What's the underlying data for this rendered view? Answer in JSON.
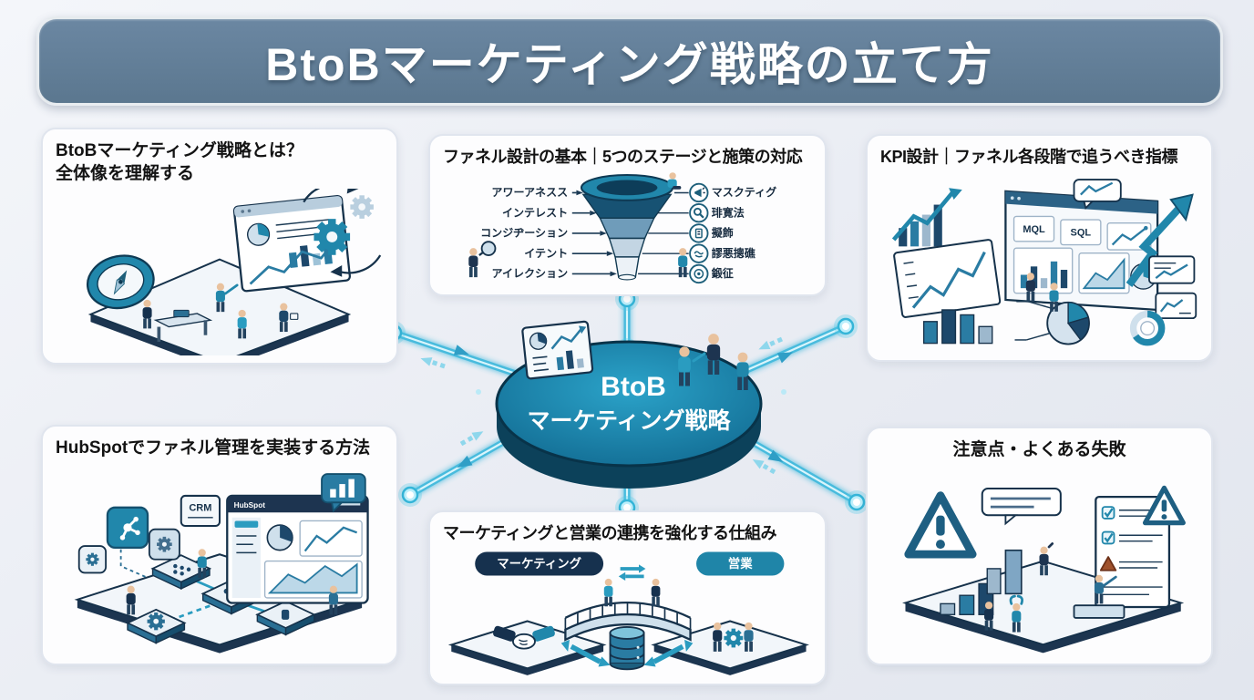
{
  "title": "BtoBマーケティング戦略の立て方",
  "hub": {
    "line1": "BtoB",
    "line2": "マーケティング戦略"
  },
  "panels": {
    "overview": {
      "heading1": "BtoBマーケティング戦略とは？",
      "heading2": "全体像を理解する"
    },
    "funnel": {
      "heading": "ファネル設計の基本｜5つのステージと施策の対応",
      "stages": [
        "アワーアネスス",
        "インテレスト",
        "コンジヂーション",
        "イテント",
        "アイレクション"
      ],
      "tactics": [
        "マスクティグ",
        "琲寛法",
        "擬飾",
        "謬悪摠礁",
        "鍛征"
      ]
    },
    "kpi": {
      "heading": "KPI設計｜ファネル各段階で追うべき指標",
      "card1": "MQL",
      "card2": "SQL"
    },
    "hubspot": {
      "heading": "HubSpotでファネル管理を実装する方法",
      "tile": "CRM",
      "window": "HubSpot"
    },
    "alignment": {
      "heading": "マーケティングと営業の連携を強化する仕組み",
      "left": "マーケティング",
      "right": "営業"
    },
    "pitfalls": {
      "heading": "注意点・よくある失敗"
    }
  },
  "colors": {
    "accent_teal": "#2187ab",
    "navy": "#16324b",
    "glow_cyan": "#3fb9dc",
    "banner_blue": "#617e9a"
  }
}
